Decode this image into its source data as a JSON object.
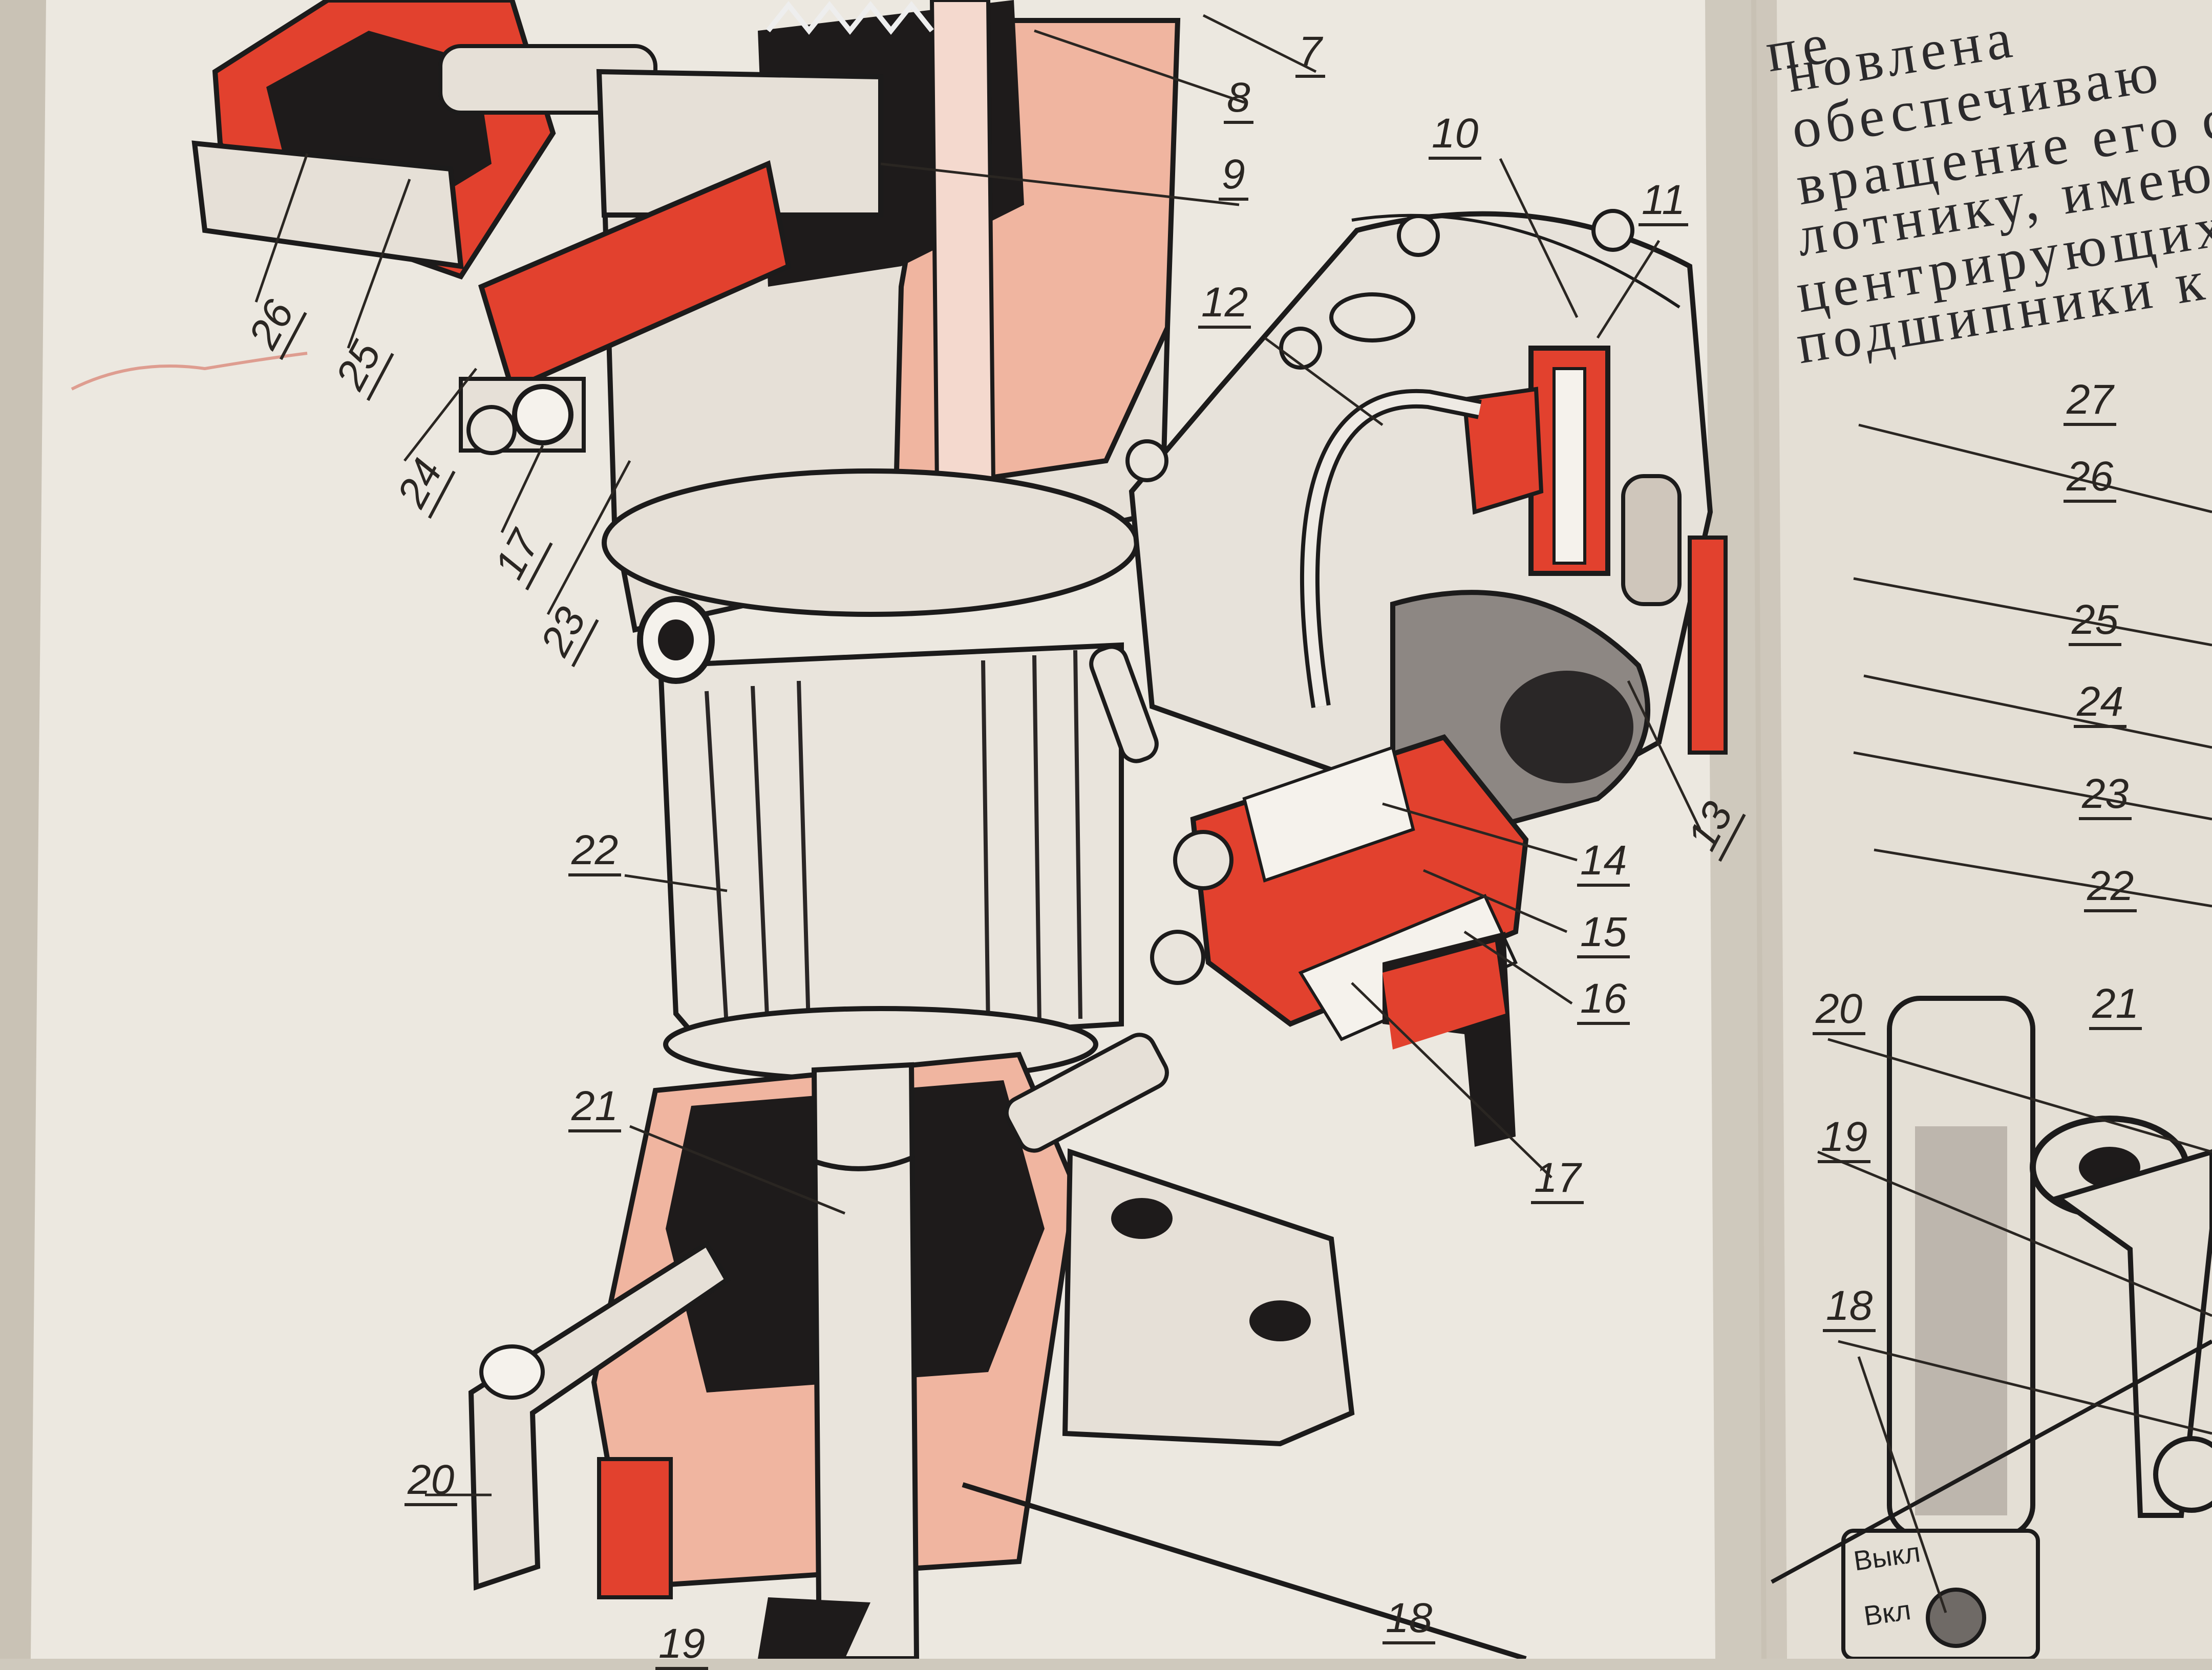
{
  "page_text": [
    "пе",
    "новлена",
    "обеспечиваю",
    "вращение его с",
    "лотнику, имеют",
    "центрирующих",
    "подшипники к з"
  ],
  "left_callouts": [
    "7",
    "8",
    "9",
    "26",
    "25",
    "24",
    "17",
    "23",
    "12",
    "10",
    "11",
    "22",
    "13",
    "14",
    "15",
    "16",
    "17",
    "21",
    "20",
    "19",
    "18"
  ],
  "right_callouts": [
    "27",
    "26",
    "25",
    "24",
    "23",
    "22",
    "21",
    "20",
    "19",
    "18"
  ],
  "switch_marks": {
    "off": "Выкл",
    "on": "Вкл"
  },
  "colors": {
    "paper": "#ede9e1",
    "cutaway_red": "#e2412e",
    "pink_section": "#f0b5a0",
    "ink": "#2a2622",
    "shadow": "#cfc9bd"
  }
}
